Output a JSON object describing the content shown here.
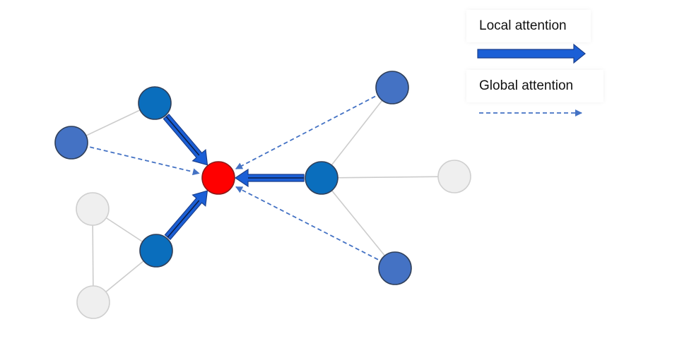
{
  "legend": {
    "local_label": "Local attention",
    "global_label": "Global attention"
  },
  "colors": {
    "target_node": "#ff0000",
    "local_node": "#0a6ebd",
    "global_node": "#4472c4",
    "inactive_node": "#efefef",
    "inactive_stroke": "#cfcfcf",
    "node_stroke": "#2f3f5a",
    "local_arrow": "#1b5fd6",
    "global_arrow": "#4472c4",
    "edge": "#cccccc"
  },
  "nodes": [
    {
      "id": "target",
      "role": "target"
    },
    {
      "id": "n-upper-left",
      "role": "local"
    },
    {
      "id": "n-lower-left",
      "role": "local"
    },
    {
      "id": "n-right-center",
      "role": "local"
    },
    {
      "id": "n-far-left",
      "role": "global"
    },
    {
      "id": "n-top-right",
      "role": "global"
    },
    {
      "id": "n-bottom-right",
      "role": "global"
    },
    {
      "id": "n-gray-top",
      "role": "inactive"
    },
    {
      "id": "n-gray-bottom",
      "role": "inactive"
    },
    {
      "id": "n-gray-right",
      "role": "inactive"
    }
  ],
  "edges": [
    {
      "from": "n-upper-left",
      "to": "n-far-left"
    },
    {
      "from": "n-lower-left",
      "to": "n-gray-top"
    },
    {
      "from": "n-lower-left",
      "to": "n-gray-bottom"
    },
    {
      "from": "n-gray-top",
      "to": "n-gray-bottom"
    },
    {
      "from": "n-right-center",
      "to": "n-top-right"
    },
    {
      "from": "n-right-center",
      "to": "n-bottom-right"
    },
    {
      "from": "n-right-center",
      "to": "n-gray-right"
    }
  ],
  "local_attention": [
    {
      "from": "n-upper-left",
      "to": "target"
    },
    {
      "from": "n-lower-left",
      "to": "target"
    },
    {
      "from": "n-right-center",
      "to": "target"
    }
  ],
  "global_attention": [
    {
      "from": "n-far-left",
      "to": "target"
    },
    {
      "from": "n-top-right",
      "to": "target"
    },
    {
      "from": "n-bottom-right",
      "to": "target"
    }
  ]
}
